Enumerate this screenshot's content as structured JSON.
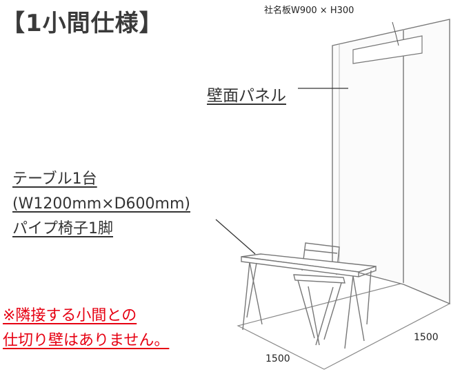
{
  "title": "【1小間仕様】",
  "labels": {
    "sign": "社名板W900 × H300",
    "wall_panel": "壁面パネル",
    "table_line1": "テーブル1台",
    "table_line2": "(W1200mm×D600mm)",
    "table_line3": "パイプ椅子1脚",
    "note_line1": "※隣接する小間との",
    "note_line2": "仕切り壁はありません。",
    "dim_width": "1500",
    "dim_depth": "1500"
  },
  "colors": {
    "note": "#e60012",
    "line": "#555555",
    "text": "#333333"
  }
}
